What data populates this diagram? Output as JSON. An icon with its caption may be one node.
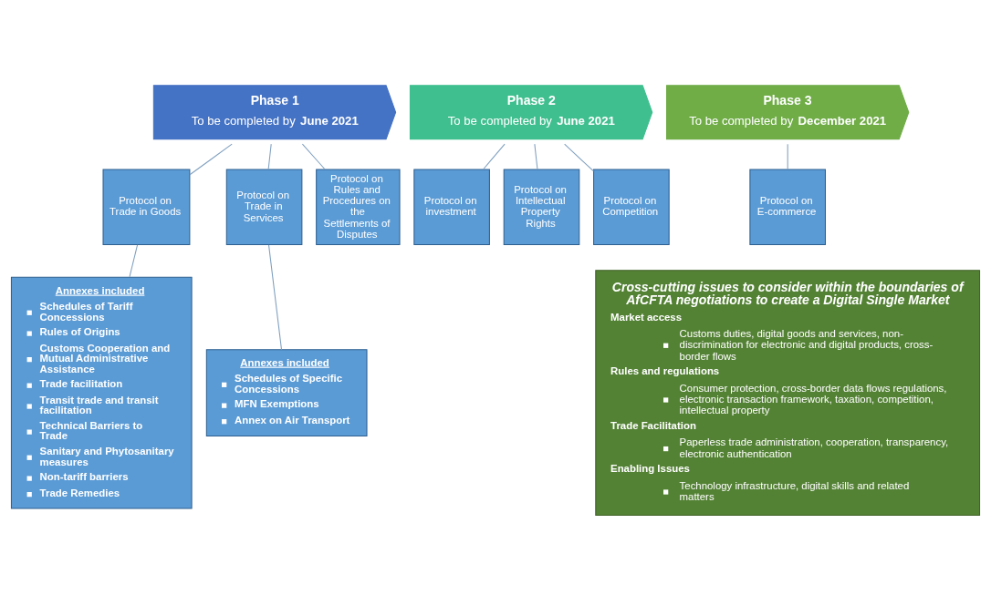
{
  "diagram": {
    "nodes": [
      {
        "text": [
          "Phase 1",
          "To be completed by **June 2021**"
        ]
      },
      {
        "text": [
          "Phase 2",
          "To be completed by **June 2021**"
        ]
      },
      {
        "text": [
          "Phase 3",
          "To be completed by **December 2021**"
        ]
      },
      {
        "text": [
          "Protocol on Trade in Goods"
        ]
      },
      {
        "text": [
          "Protocol on Trade in Services"
        ]
      },
      {
        "text": [
          "Protocol on Rules and Procedures on the Settlements of Disputes"
        ]
      },
      {
        "text": [
          "Protocol on investment"
        ]
      },
      {
        "text": [
          "Protocol on Intellectual Property Rights"
        ]
      },
      {
        "text": [
          "Protocol on Competition"
        ]
      },
      {
        "text": [
          "Protocol on E-commerce"
        ]
      },
      {
        "text": [
          "Annexes included",
          "Schedules of Tariff Concessions",
          "Rules of Origins",
          "Customs Cooperation and Mutual Administrative Assistance",
          "Trade facilitation",
          "Transit trade and transit facilitation",
          "Technical Barriers to Trade",
          "Sanitary and Phytosanitary measures",
          "Non-tariff barriers",
          "Trade Remedies"
        ]
      },
      {
        "text": [
          "Annexes included",
          "Schedules of Specific Concessions",
          "MFN Exemptions",
          "Annex on Air Transport"
        ]
      },
      {
        "text": [
          "Cross-cutting issues to consider within the boundaries of AfCFTA negotiations to create a Digital Single Market",
          "Market access",
          "Customs duties, digital goods and services, non-discrimination for electronic and digital products, cross-border flows",
          "Rules and regulations",
          "Consumer protection, cross-border data flows regulations, electronic transaction framework, taxation, competition, intellectual property",
          "Trade Facilitation",
          "Paperless trade administration, cooperation, transparency, electronic authentication",
          "Enabling Issues",
          "Technology infrastructure, digital skills and related matters"
        ]
      }
    ],
    "edges": [
      {
        "from": 0,
        "to": 3,
        "arrow": "none"
      },
      {
        "from": 0,
        "to": 4,
        "arrow": "none"
      },
      {
        "from": 0,
        "to": 5,
        "arrow": "none"
      },
      {
        "from": 1,
        "to": 6,
        "arrow": "none"
      },
      {
        "from": 1,
        "to": 7,
        "arrow": "none"
      },
      {
        "from": 1,
        "to": 8,
        "arrow": "none"
      },
      {
        "from": 2,
        "to": 9,
        "arrow": "none"
      },
      {
        "from": 3,
        "to": 10,
        "arrow": "none"
      },
      {
        "from": 4,
        "to": 11,
        "arrow": "none"
      }
    ]
  }
}
